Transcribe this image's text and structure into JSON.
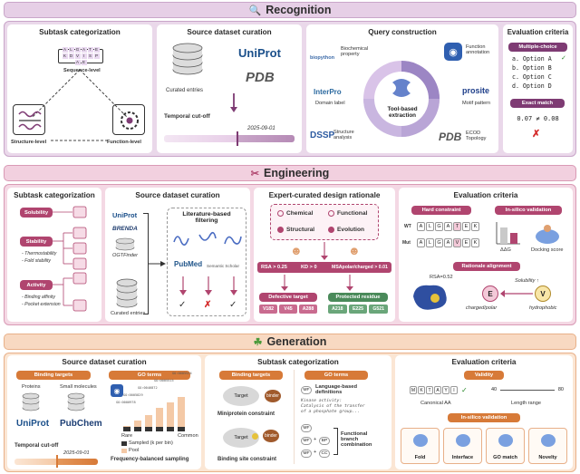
{
  "sections": {
    "recognition": "Recognition",
    "engineering": "Engineering",
    "generation": "Generation"
  },
  "colors": {
    "recognition_bg": "#ead8ea",
    "recognition_banner": "#e6cfe6",
    "recognition_accent": "#7e3b73",
    "engineering_bg": "#f4d8e4",
    "engineering_banner": "#f2d0df",
    "engineering_accent": "#b0456f",
    "generation_bg": "#fbe6d4",
    "generation_banner": "#f8d9c2",
    "generation_accent": "#d77a38"
  },
  "icons": [
    "magnifier-icon",
    "scissors-icon",
    "sprout-icon",
    "database-icon",
    "protein-icon",
    "check-icon",
    "cross-icon",
    "person-icon"
  ],
  "recognition": {
    "subtask": {
      "title": "Subtask categorization",
      "sequence_level": "Sequence-level",
      "structure_level": "Structure-level",
      "function_level": "Function-level",
      "sequence_letters": [
        "A",
        "L",
        "G",
        "A",
        "T",
        "E",
        "K",
        "D",
        "V",
        "I",
        "S",
        "P",
        "A",
        "E"
      ]
    },
    "dataset": {
      "title": "Source dataset curation",
      "curated_entries": "Curated entries",
      "uniprot": "UniProt",
      "pdb": "PDB",
      "cutoff_label": "Temporal cut-off",
      "cutoff_date": "2025-09-01"
    },
    "query": {
      "title": "Query construction",
      "center": "Tool-based\nextraction",
      "biopython": "biopython",
      "biochemical": "Biochemical\nproperty",
      "interpro": "InterPro",
      "domain_label": "Domain label",
      "dssp": "DSSP",
      "structure_analysis": "Structure\nanalysis",
      "function_annotation": "Function\nannotation",
      "prosite": "prosite",
      "motif_pattern": "Motif pattern",
      "pdb": "PDB",
      "ecod": "ECOD\nTopology"
    },
    "evaluation": {
      "title": "Evaluation criteria",
      "mc_label": "Multiple-choice",
      "options": [
        "a. Option A",
        "b. Option B",
        "c. Option C",
        "d. Option D"
      ],
      "exact_label": "Exact match",
      "exact_expr": "0.07 ≠ 0.08"
    }
  },
  "engineering": {
    "subtask": {
      "title": "Subtask categorization",
      "solubility": "Solubility",
      "stability": "Stability",
      "stability_items": [
        "- Thermostability",
        "- Fold stability"
      ],
      "activity": "Activity",
      "activity_items": [
        "- Binding affinity",
        "- Pocket extension"
      ]
    },
    "dataset": {
      "title": "Source dataset curation",
      "uniprot": "UniProt",
      "brenda": "BRENDA",
      "ogtfinder": "OGTFinder",
      "curated_entries": "Curated entries",
      "literature_title": "Literature-based\nfiltering",
      "pubmed": "PubMed",
      "semantic_scholar": "Semantic Scholar"
    },
    "rationale": {
      "title": "Expert-curated design rationale",
      "chips": [
        "Chemical",
        "Functional",
        "Structural",
        "Evolution"
      ],
      "conditions": [
        "RSA > 0.25",
        "KD > 0",
        "MSApolar/charged > 0.01"
      ],
      "defective_label": "Defective target",
      "defective_residues": [
        "V182",
        "V45",
        "A288"
      ],
      "protected_label": "Protected residue",
      "protected_residues": [
        "A218",
        "E225",
        "G521"
      ]
    },
    "evaluation": {
      "title": "Evaluation criteria",
      "hard_constraint": "Hard constraint",
      "in_silico": "In-silico validation",
      "wt": "WT",
      "mut": "Mut",
      "wt_seq": [
        "A",
        "L",
        "G",
        "A",
        "T",
        "E",
        "K"
      ],
      "mut_seq": [
        "A",
        "L",
        "G",
        "A",
        "V",
        "E",
        "K"
      ],
      "ddg": "ΔΔG",
      "docking": "Docking score",
      "rationale_alignment": "Rationale alignment",
      "rsa": "RSA=0.52",
      "solubility_up": "Solubility ↑",
      "node_e": "E",
      "node_v": "V",
      "charged": "charged/polar",
      "hydrophobic": "hydrophobic"
    }
  },
  "generation": {
    "dataset": {
      "title": "Source dataset curation",
      "binding_targets": "Binding targets",
      "proteins": "Proteins",
      "small_molecules": "Small molecules",
      "uniprot": "UniProt",
      "pubchem": "PubChem",
      "cutoff_label": "Temporal cut-off",
      "cutoff_date": "2025-09-01",
      "go_terms": "GO terms",
      "go_ids": [
        "GO:0005524",
        "GO:0005515",
        "GO:0046872",
        "GO:0005829",
        "GO:0000978"
      ],
      "rare": "Rare",
      "common": "Common",
      "sampled": "Sampled (k per bin)",
      "pool": "Pool",
      "freq_sampling": "Frequency-balanced sampling"
    },
    "subtask": {
      "title": "Subtask categorization",
      "binding_targets": "Binding targets",
      "target": "Target",
      "binder": "binder",
      "miniprotein": "Miniprotein constraint",
      "binding_site": "Binding site constraint",
      "go_terms": "GO terms",
      "mf": "MF",
      "lang_defs": "Language-based\ndefinitions",
      "kinase_text": "Kinase activity:\nCatalysis of the transfer\nof a phosphate group...",
      "bp": "BP",
      "cc": "CC",
      "functional_branch": "Functional\nbranch\ncombination"
    },
    "evaluation": {
      "title": "Evaluation criteria",
      "validity": "Validity",
      "canonical_aa": "Canonical AA",
      "canonical_seq": [
        "M",
        "K",
        "T",
        "A",
        "Y",
        "I"
      ],
      "length_range": "Length range",
      "length_min": "40",
      "length_max": "80",
      "in_silico": "In-silico validation",
      "metrics": [
        "Fold",
        "Interface",
        "GO match",
        "Novelty"
      ]
    }
  }
}
